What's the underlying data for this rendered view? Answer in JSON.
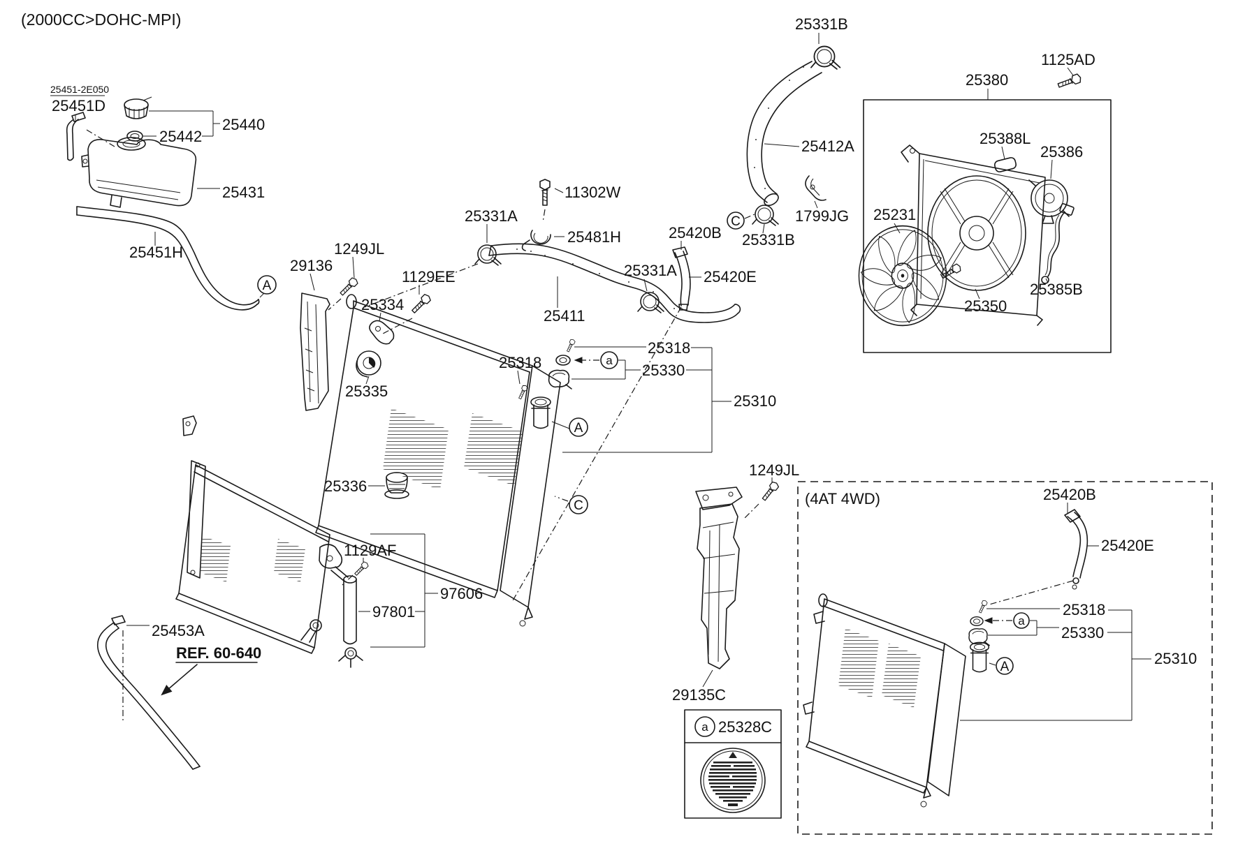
{
  "header": {
    "title": "(2000CC>DOHC-MPI)"
  },
  "variant_box": {
    "label": "(4AT 4WD)"
  },
  "ref": {
    "label": "REF. 60-640"
  },
  "markers": {
    "A": "A",
    "C": "C",
    "a": "a"
  },
  "colors": {
    "line": "#1a1a1a",
    "background": "#ffffff",
    "text": "#111111"
  },
  "parts": {
    "p25451_code": "25451-2E050",
    "p25451D": "25451D",
    "p25440": "25440",
    "p25442": "25442",
    "p25431": "25431",
    "p25451H": "25451H",
    "p29136": "29136",
    "p1249JL_1": "1249JL",
    "p1249JL_2": "1249JL",
    "p1129EE": "1129EE",
    "p25334": "25334",
    "p25335": "25335",
    "p25336": "25336",
    "p25331A_1": "25331A",
    "p25331A_2": "25331A",
    "p11302W": "11302W",
    "p25481H": "25481H",
    "p25411": "25411",
    "p25331B_1": "25331B",
    "p25331B_2": "25331B",
    "p25412A": "25412A",
    "p1799JG": "1799JG",
    "p25420B_1": "25420B",
    "p25420B_2": "25420B",
    "p25420E_1": "25420E",
    "p25420E_2": "25420E",
    "p25318_left": "25318",
    "p25318_right": "25318",
    "p25318_4wd": "25318",
    "p25330_1": "25330",
    "p25330_2": "25330",
    "p25310_1": "25310",
    "p25310_2": "25310",
    "p25380": "25380",
    "p1125AD": "1125AD",
    "p25388L": "25388L",
    "p25386": "25386",
    "p25231": "25231",
    "p25350": "25350",
    "p25385B": "25385B",
    "p25453A": "25453A",
    "p1129AF": "1129AF",
    "p97801": "97801",
    "p97606": "97606",
    "p29135C": "29135C",
    "p25328C": "25328C"
  }
}
